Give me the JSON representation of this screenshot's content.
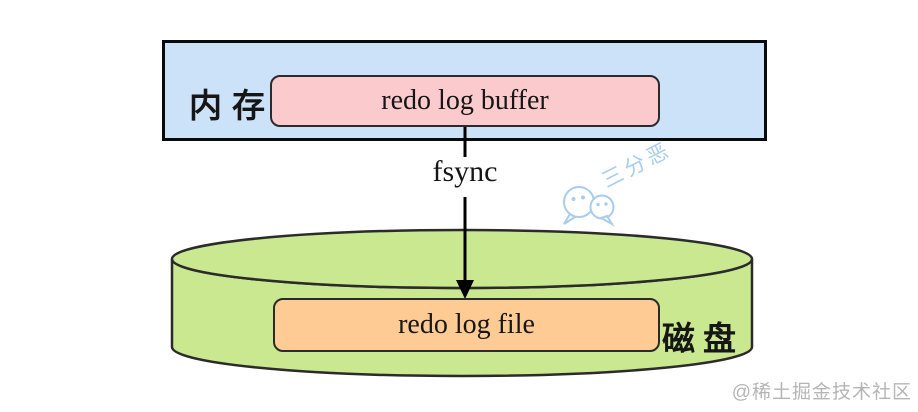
{
  "memory": {
    "label": "内存",
    "buffer": "redo log buffer"
  },
  "flush": {
    "label": "fsync"
  },
  "disk": {
    "label": "磁盘",
    "file": "redo log file"
  },
  "watermark": {
    "name": "三分恶",
    "icon": "wechat-bubbles-icon"
  },
  "credit": {
    "text": "@稀土掘金技术社区"
  },
  "colors": {
    "memory_bg": "#CBE2F8",
    "buffer_bg": "#FBCACC",
    "disk_bg": "#C9E88F",
    "file_bg": "#FECB94",
    "outline": "#2b2b2b",
    "outline_strong": "#0a0a0a",
    "arrow": "#000000",
    "watermark_blue": "#A9CDEC",
    "credit_gray": "#b5b5b5"
  }
}
